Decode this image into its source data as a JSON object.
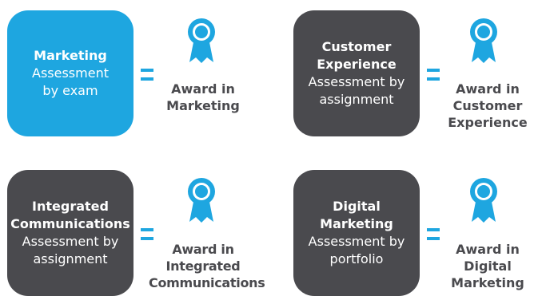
{
  "colors": {
    "accent": "#1ea6e0",
    "dark": "#4a4a4e",
    "white": "#ffffff"
  },
  "pathways": [
    {
      "card_title": "Marketing",
      "card_subtitle": "Assessment\nby exam",
      "card_color": "blue",
      "equals_icon": "equals-sign",
      "award_icon": "award-ribbon-icon",
      "award_label": "Award in\nMarketing"
    },
    {
      "card_title": "Customer\nExperience",
      "card_subtitle": "Assessment by\nassignment",
      "card_color": "dark",
      "equals_icon": "equals-sign",
      "award_icon": "award-ribbon-icon",
      "award_label": "Award in\nCustomer\nExperience"
    },
    {
      "card_title": "Integrated\nCommunications",
      "card_subtitle": "Assessment by\nassignment",
      "card_color": "dark",
      "equals_icon": "equals-sign",
      "award_icon": "award-ribbon-icon",
      "award_label": "Award in\nIntegrated\nCommunications"
    },
    {
      "card_title": "Digital\nMarketing",
      "card_subtitle": "Assessment by\nportfolio",
      "card_color": "dark",
      "equals_icon": "equals-sign",
      "award_icon": "award-ribbon-icon",
      "award_label": "Award in\nDigital\nMarketing"
    }
  ]
}
